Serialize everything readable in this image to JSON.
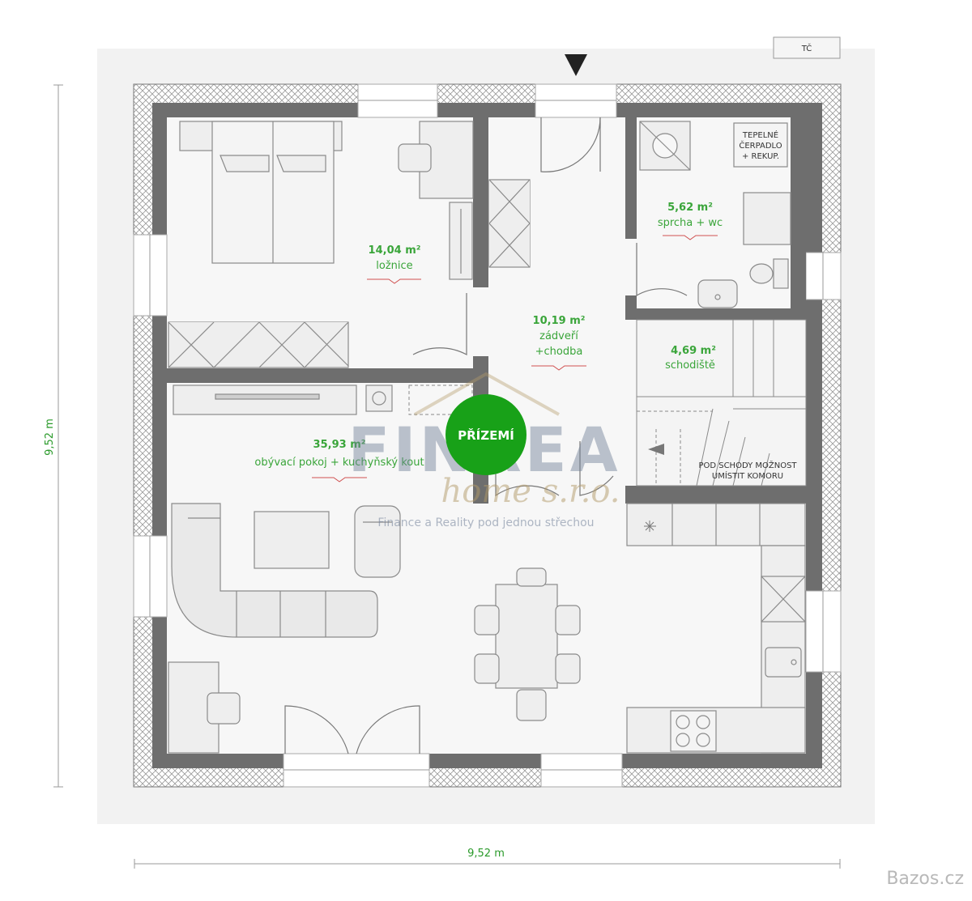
{
  "plan": {
    "title_tag": "TČ",
    "badge": "PŘÍZEMÍ",
    "dimension_vertical": "9,52 m",
    "dimension_horizontal": "9,52 m"
  },
  "rooms": [
    {
      "area": "14,04 m²",
      "name": "ložnice"
    },
    {
      "area": "10,19 m²",
      "name": "zádveří",
      "name2": "+chodba"
    },
    {
      "area": "5,62 m²",
      "name": "sprcha + wc"
    },
    {
      "area": "4,69 m²",
      "name": "schodiště"
    },
    {
      "area": "35,93 m²",
      "name": "obývací pokoj + kuchyňský kout"
    }
  ],
  "notes": {
    "heat_pump_1": "TEPELNÉ",
    "heat_pump_2": "ČERPADLO",
    "heat_pump_3": "+ REKUP.",
    "stairs_1": "POD SCHODY MOŽNOST",
    "stairs_2": "UMÍSTIT KOMORU"
  },
  "watermark": {
    "brand": "FINREA",
    "sub": "home s.r.o.",
    "tagline": "Finance a Reality pod jednou střechou"
  },
  "footer": {
    "site": "Bazos.cz"
  },
  "colors": {
    "wall": "#6e6e6e",
    "area_label": "#3aa53a",
    "badge": "#18a118",
    "backdrop": "#f2f2f2"
  }
}
